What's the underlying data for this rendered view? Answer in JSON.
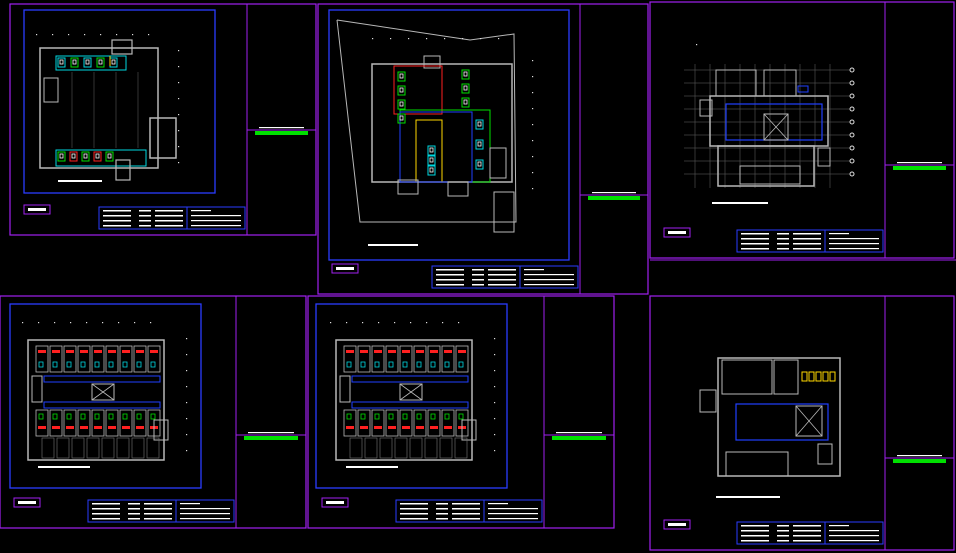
{
  "app": {
    "title": "CAD model space",
    "background": "#000000"
  },
  "colors": {
    "frame": "#a020f0",
    "viewport": "#2a3cff",
    "wall": "#b8b8b8",
    "accent_green": "#00e000",
    "accent_red": "#ff2020",
    "accent_yellow": "#ffd800",
    "accent_cyan": "#00d8e0",
    "accent_blue": "#2040ff",
    "text_white": "#ffffff"
  },
  "sheets": [
    {
      "id": "sheet-1",
      "kind": "mep-plan-a"
    },
    {
      "id": "sheet-2",
      "kind": "mep-plan-b"
    },
    {
      "id": "sheet-3",
      "kind": "grid-plan"
    },
    {
      "id": "sheet-4",
      "kind": "guestroom-plan-a"
    },
    {
      "id": "sheet-5",
      "kind": "guestroom-plan-b"
    },
    {
      "id": "sheet-6",
      "kind": "core-plan"
    }
  ],
  "icons": {
    "title_block": "title-block-icon",
    "label_tag": "label-tag-icon"
  }
}
